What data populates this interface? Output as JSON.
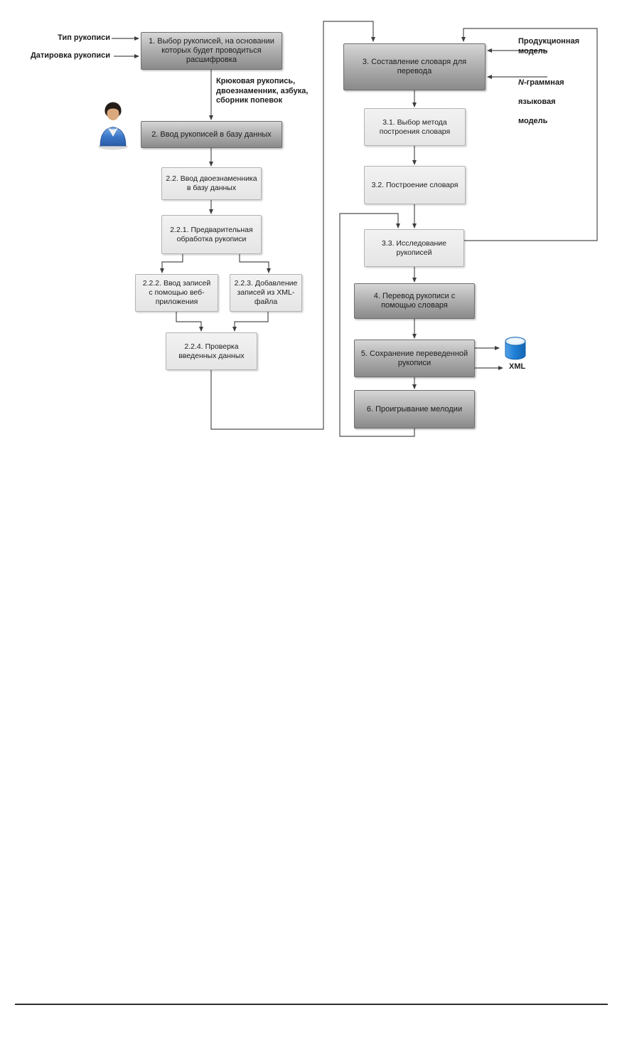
{
  "diagram": {
    "input_labels": {
      "type": "Тип рукописи",
      "dating": "Датировка рукописи"
    },
    "edge_label_lines": [
      "Крюковая рукопись,",
      "двоезнаменник, азбука,",
      "сборник попевок"
    ],
    "model_labels": {
      "production_lines": [
        "Продукционная",
        "модель"
      ],
      "ngram_prefix": "N",
      "ngram_first_line_rest": "-граммная",
      "ngram_line2": "языковая",
      "ngram_line3": "модель"
    },
    "output_labels": {
      "xml": "XML"
    },
    "icons": {
      "user": "user-icon",
      "database": "database-cylinder-icon"
    },
    "boxes": {
      "b1": {
        "lines": [
          "1. Выбор рукописей, на основании",
          "которых будет проводиться",
          "расшифровка"
        ]
      },
      "b2": {
        "lines": [
          "2. Ввод рукописей в базу данных"
        ]
      },
      "b22": {
        "lines": [
          "2.2. Ввод двоезнаменника",
          "в базу данных"
        ]
      },
      "b221": {
        "lines": [
          "2.2.1. Предварительная",
          "обработка рукописи"
        ]
      },
      "b222": {
        "lines": [
          "2.2.2. Ввод записей",
          "с помощью веб-",
          "приложения"
        ]
      },
      "b223": {
        "lines": [
          "2.2.3. Добавление",
          "записей из XML-",
          "файла"
        ]
      },
      "b224": {
        "lines": [
          "2.2.4. Проверка",
          "введенных данных"
        ]
      },
      "b3": {
        "lines": [
          "3. Составление словаря для",
          "перевода"
        ]
      },
      "b31": {
        "lines": [
          "3.1. Выбор метода",
          "построения словаря"
        ]
      },
      "b32": {
        "lines": [
          "3.2. Построение словаря"
        ]
      },
      "b33": {
        "lines": [
          "3.3. Исследование",
          "рукописей"
        ]
      },
      "b4": {
        "lines": [
          "4. Перевод рукописи с",
          "помощью словаря"
        ]
      },
      "b5": {
        "lines": [
          "5. Сохранение переведенной",
          "рукописи"
        ]
      },
      "b6": {
        "lines": [
          "6. Проигрывание мелодии"
        ]
      }
    },
    "colors": {
      "dark_box_top": "#d6d6d6",
      "dark_box_bottom": "#8a8a8a",
      "light_box": "#ececec",
      "connector_line": "#4f4f4f",
      "database_blue": "#2080d8",
      "user_icon_blue": "#3c78c8",
      "text": "#1c1c1c"
    }
  }
}
